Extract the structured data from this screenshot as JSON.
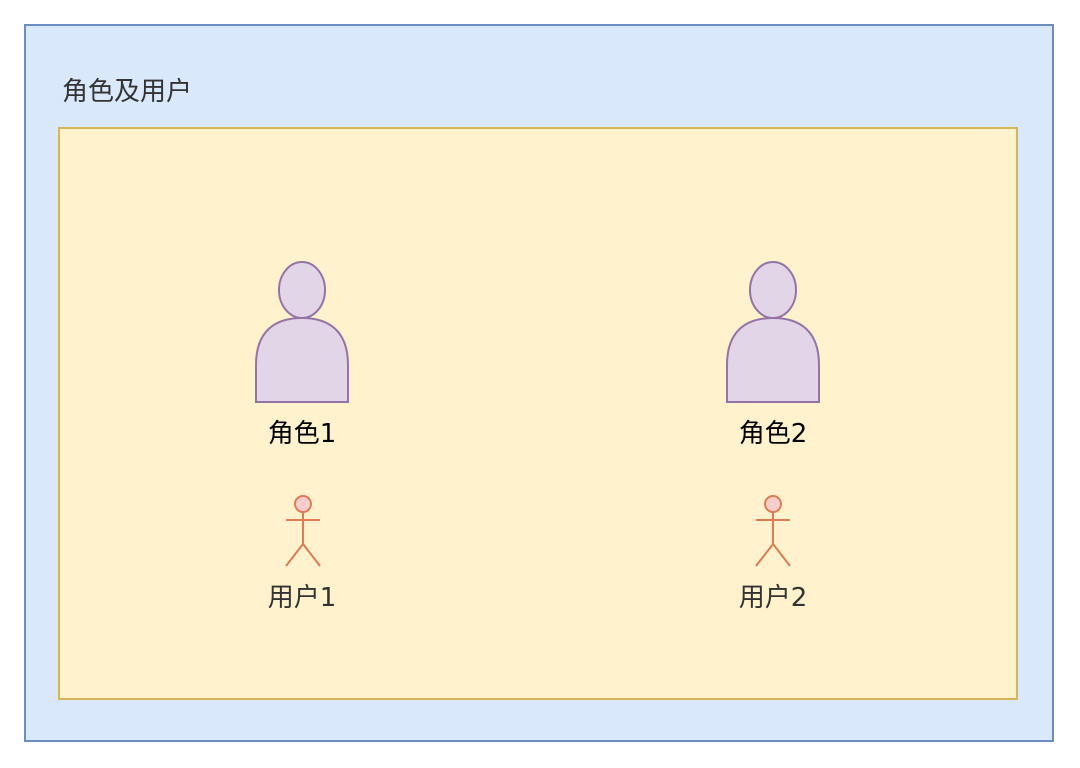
{
  "diagram": {
    "title": "角色及用户",
    "roles": [
      {
        "label": "角色1"
      },
      {
        "label": "角色2"
      }
    ],
    "users": [
      {
        "label": "用户1"
      },
      {
        "label": "用户2"
      }
    ]
  },
  "colors": {
    "outer_fill": "#dae8fc",
    "outer_stroke": "#6c8ebf",
    "inner_fill": "#fff2cc",
    "inner_stroke": "#d6b656",
    "role_fill": "#e1d5e7",
    "role_stroke": "#9673a6",
    "user_fill": "#f8cecc",
    "user_stroke": "#e07b53"
  },
  "icons": {
    "role": "role-person-icon",
    "user": "actor-stick-figure-icon"
  }
}
